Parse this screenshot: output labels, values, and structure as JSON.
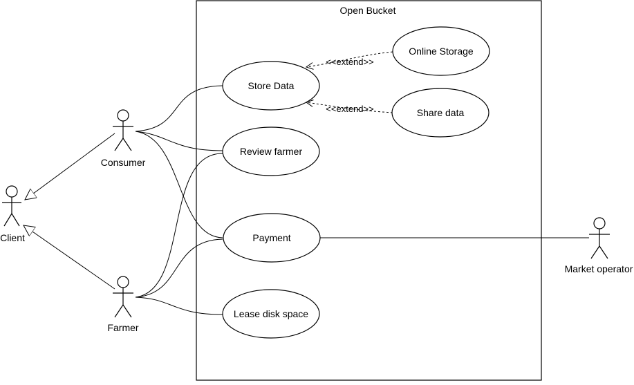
{
  "system": {
    "title": "Open Bucket"
  },
  "actors": {
    "client": "Client",
    "consumer": "Consumer",
    "farmer": "Farmer",
    "market_operator": "Market operator"
  },
  "use_cases": {
    "store_data": "Store Data",
    "review_farmer": "Review farmer",
    "payment": "Payment",
    "lease_disk_space": "Lease disk space",
    "online_storage": "Online Storage",
    "share_data": "Share data"
  },
  "relations": {
    "extend_online_storage": "<<extend>>",
    "extend_share_data": "<<extend>>"
  }
}
